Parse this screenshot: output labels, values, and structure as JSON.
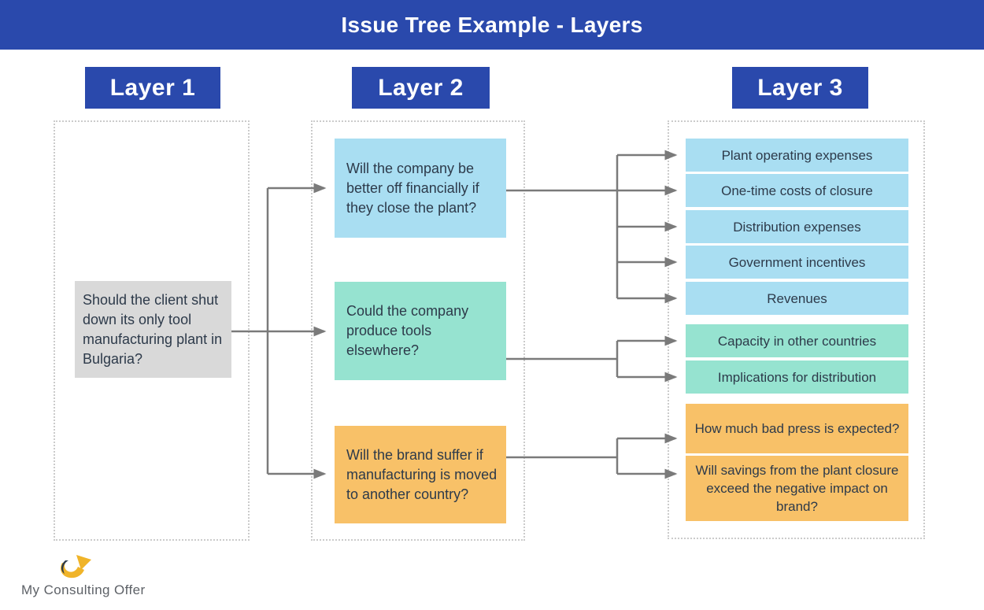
{
  "title": "Issue Tree Example - Layers",
  "headers": [
    {
      "label": "Layer 1"
    },
    {
      "label": "Layer 2"
    },
    {
      "label": "Layer 3"
    }
  ],
  "colors": {
    "banner_blue": "#2a49ac",
    "box_blue": "#a9def2",
    "box_teal": "#96e3d0",
    "box_orange": "#f8c168",
    "box_gray": "#d9d9d9",
    "connector_gray": "#7a7a7a",
    "dotted_frame_gray": "#cbcbcb",
    "text_dark": "#2d3a4a"
  },
  "tree": {
    "root": {
      "text": "Should the client shut down its only tool manufacturing plant in Bulgaria?"
    },
    "branches": [
      {
        "question": "Will the company be better off financially if they close the plant?",
        "children": [
          "Plant operating expenses",
          "One-time costs of closure",
          "Distribution expenses",
          "Government incentives",
          "Revenues"
        ]
      },
      {
        "question": "Could the company produce tools elsewhere?",
        "children": [
          "Capacity in other countries",
          "Implications for distribution"
        ]
      },
      {
        "question": "Will the brand suffer if manufacturing is moved to another country?",
        "children": [
          "How much bad press is expected?",
          "Will savings from the plant closure exceed the negative impact on brand?"
        ]
      }
    ]
  },
  "footer": {
    "logo_text": "My Consulting Offer"
  }
}
